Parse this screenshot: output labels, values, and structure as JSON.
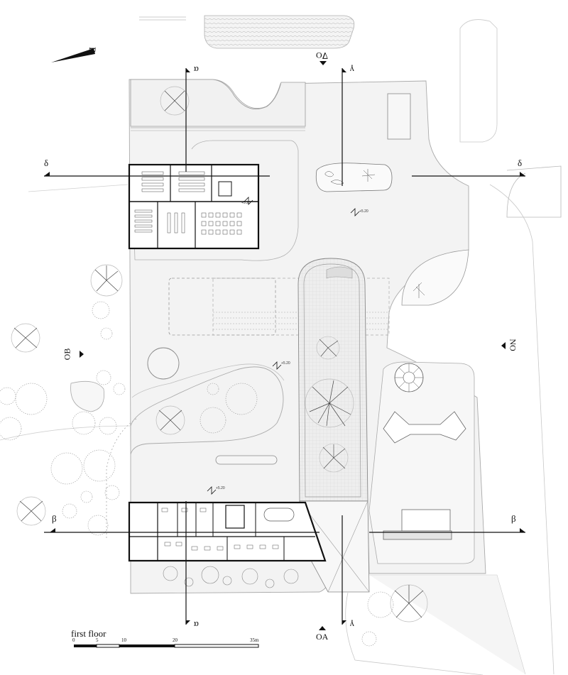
{
  "drawing": {
    "title": "first floor",
    "north_label": "B"
  },
  "scale_bar": {
    "ticks": [
      "0",
      "5",
      "10",
      "20",
      "35m"
    ]
  },
  "sections": {
    "alpha_top": "α",
    "alpha_bottom": "α",
    "gamma_top": "γ",
    "gamma_bottom": "γ",
    "delta_left": "δ",
    "delta_right": "δ",
    "beta_left": "β",
    "beta_right": "β"
  },
  "views": {
    "oa": "OA",
    "ob": "OB",
    "no": "NO",
    "vo": "∇O"
  },
  "levels": {
    "a": "+5.20",
    "b": "+5.20",
    "c": "+5.20",
    "d": "+5.20"
  }
}
